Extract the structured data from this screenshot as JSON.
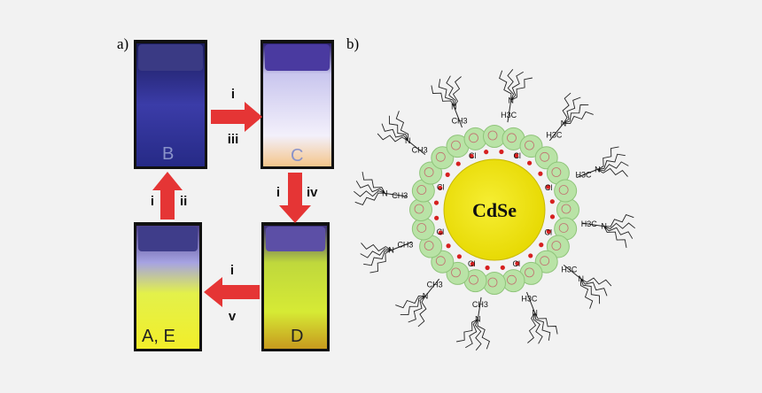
{
  "panels": {
    "a": "a)",
    "b": "b)"
  },
  "vials": {
    "B": "B",
    "C": "C",
    "D": "D",
    "AE": "A, E"
  },
  "steps": {
    "b_to_c": [
      "i",
      "iii"
    ],
    "c_to_d": [
      "i",
      "iv"
    ],
    "d_to_ae": [
      "i",
      "v"
    ],
    "ae_to_b": [
      "i",
      "ii"
    ]
  },
  "nanocrystal": {
    "core": "CdSe",
    "ligand_methyl": "CH3",
    "ligand_methyl_alt": "H3C",
    "ligand_n": "N",
    "ligand_cl": "Cl"
  },
  "colors": {
    "arrow": "#e53535",
    "core": "#f2e61c",
    "shell": "#b9e3a6",
    "glow": "#e8ff3a"
  }
}
